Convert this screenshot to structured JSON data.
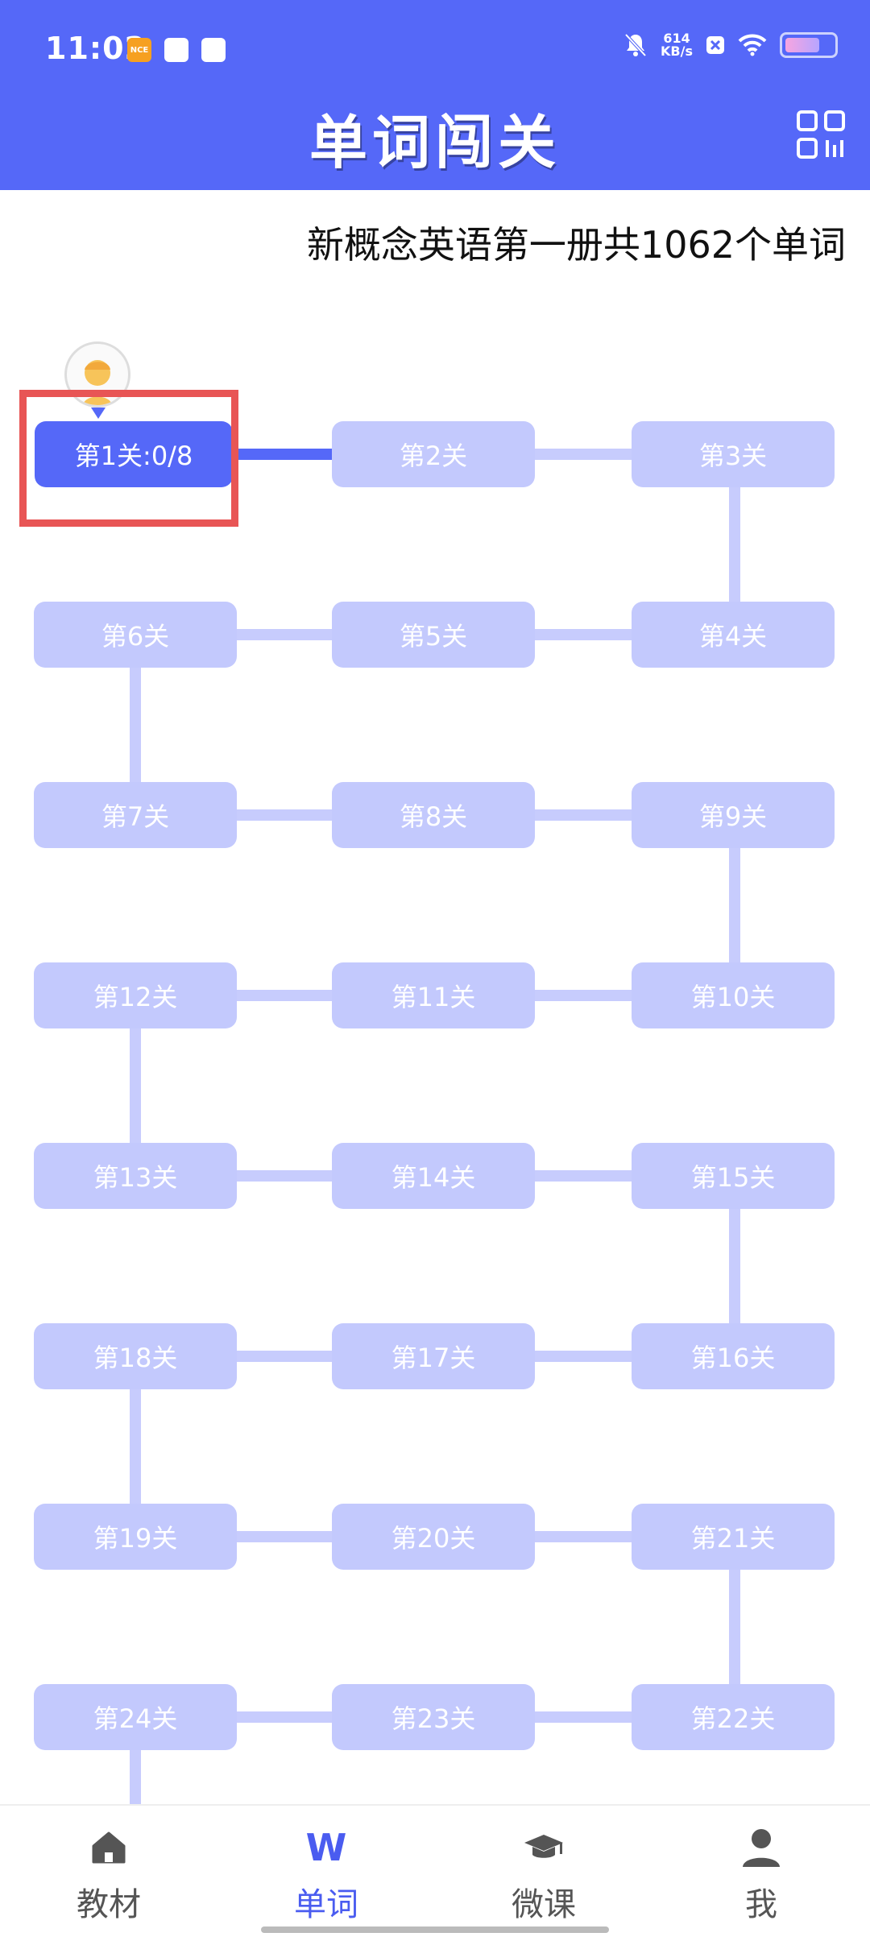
{
  "status": {
    "time": "11:02",
    "net_speed_value": "614",
    "net_speed_unit": "KB/s"
  },
  "header": {
    "title": "单词闯关"
  },
  "summary": "新概念英语第一册共1062个单词",
  "levels": [
    {
      "label": "第1关:0/8"
    },
    {
      "label": "第2关"
    },
    {
      "label": "第3关"
    },
    {
      "label": "第4关"
    },
    {
      "label": "第5关"
    },
    {
      "label": "第6关"
    },
    {
      "label": "第7关"
    },
    {
      "label": "第8关"
    },
    {
      "label": "第9关"
    },
    {
      "label": "第10关"
    },
    {
      "label": "第11关"
    },
    {
      "label": "第12关"
    },
    {
      "label": "第13关"
    },
    {
      "label": "第14关"
    },
    {
      "label": "第15关"
    },
    {
      "label": "第16关"
    },
    {
      "label": "第17关"
    },
    {
      "label": "第18关"
    },
    {
      "label": "第19关"
    },
    {
      "label": "第20关"
    },
    {
      "label": "第21关"
    },
    {
      "label": "第22关"
    },
    {
      "label": "第23关"
    },
    {
      "label": "第24关"
    }
  ],
  "bottom_nav": [
    {
      "label": "教材",
      "icon": "home-icon"
    },
    {
      "label": "单词",
      "icon": "word-w-icon"
    },
    {
      "label": "微课",
      "icon": "graduation-cap-icon"
    },
    {
      "label": "我",
      "icon": "person-icon"
    }
  ],
  "colors": {
    "primary": "#5568F8",
    "level_locked": "#C3C9FD",
    "highlight": "#E85555"
  }
}
